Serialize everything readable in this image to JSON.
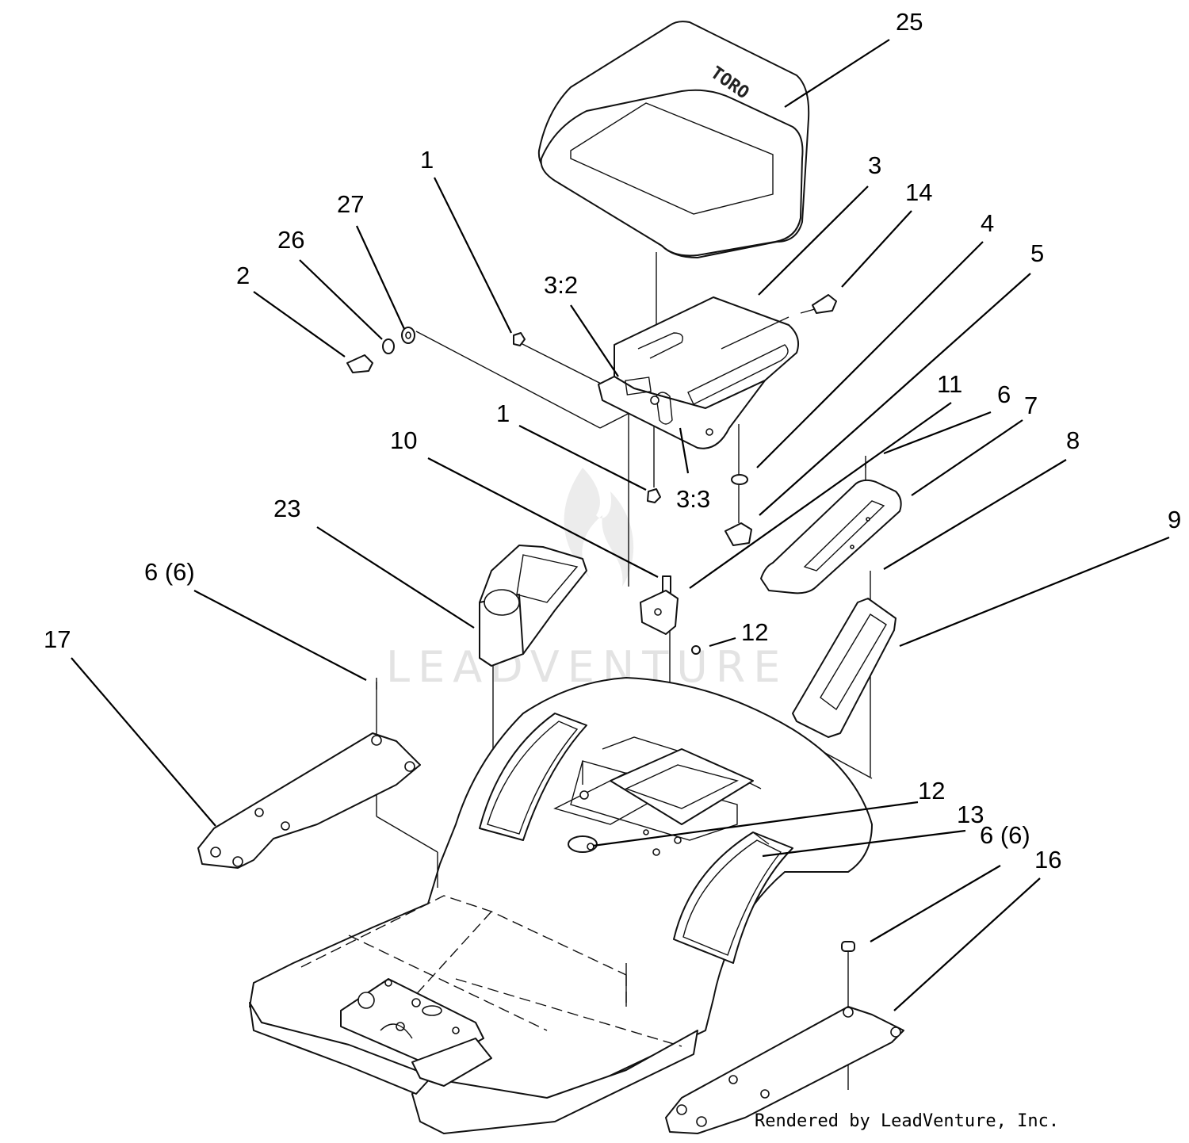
{
  "watermark": "LEADVENTURE",
  "seat_logo": "TORO",
  "credit": "Rendered by LeadVenture, Inc.",
  "callouts": {
    "c25": "25",
    "c3": "3",
    "c14": "14",
    "c4": "4",
    "c5": "5",
    "c11": "11",
    "c6_top": "6",
    "c7": "7",
    "c8": "8",
    "c9": "9",
    "c1_upper": "1",
    "c1_lower": "1",
    "c27": "27",
    "c26": "26",
    "c2": "2",
    "c3_2": "3:2",
    "c3_3": "3:3",
    "c10": "10",
    "c23": "23",
    "c6_6_left": "6 (6)",
    "c17": "17",
    "c12_upper": "12",
    "c12_lower": "12",
    "c13": "13",
    "c6_6_right": "6 (6)",
    "c16": "16"
  }
}
